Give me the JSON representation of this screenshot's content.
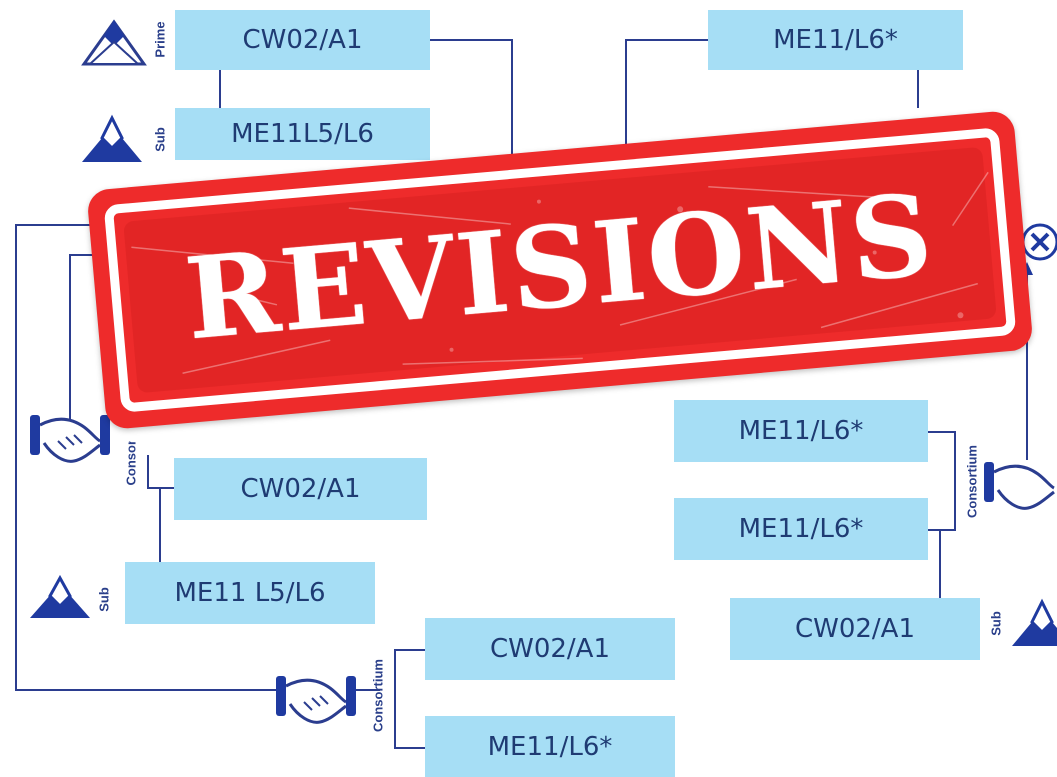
{
  "roles": {
    "prime": "Prime",
    "sub": "Sub",
    "consortium": "Consortium"
  },
  "boxes": [
    {
      "label": "CW02/A1"
    },
    {
      "label": "ME11L5/L6"
    },
    {
      "label": "ME11/L6*"
    },
    {
      "label": "CW02/A1"
    },
    {
      "label": "ME11 L5/L6"
    },
    {
      "label": "CW02/A1"
    },
    {
      "label": "ME11/L6*"
    },
    {
      "label": "ME11/L6*"
    },
    {
      "label": "ME11/L6*"
    },
    {
      "label": "CW02/A1"
    }
  ],
  "stamp": {
    "text": "REVISIONS"
  },
  "colors": {
    "box_fill": "#a6def5",
    "box_text": "#1f3b73",
    "connector": "#2b3d8f",
    "stamp_red": "#ee2b2b"
  },
  "icons": [
    "prime-mountain-icon",
    "sub-mountain-icon",
    "handshake-icon",
    "close-circle-icon"
  ]
}
